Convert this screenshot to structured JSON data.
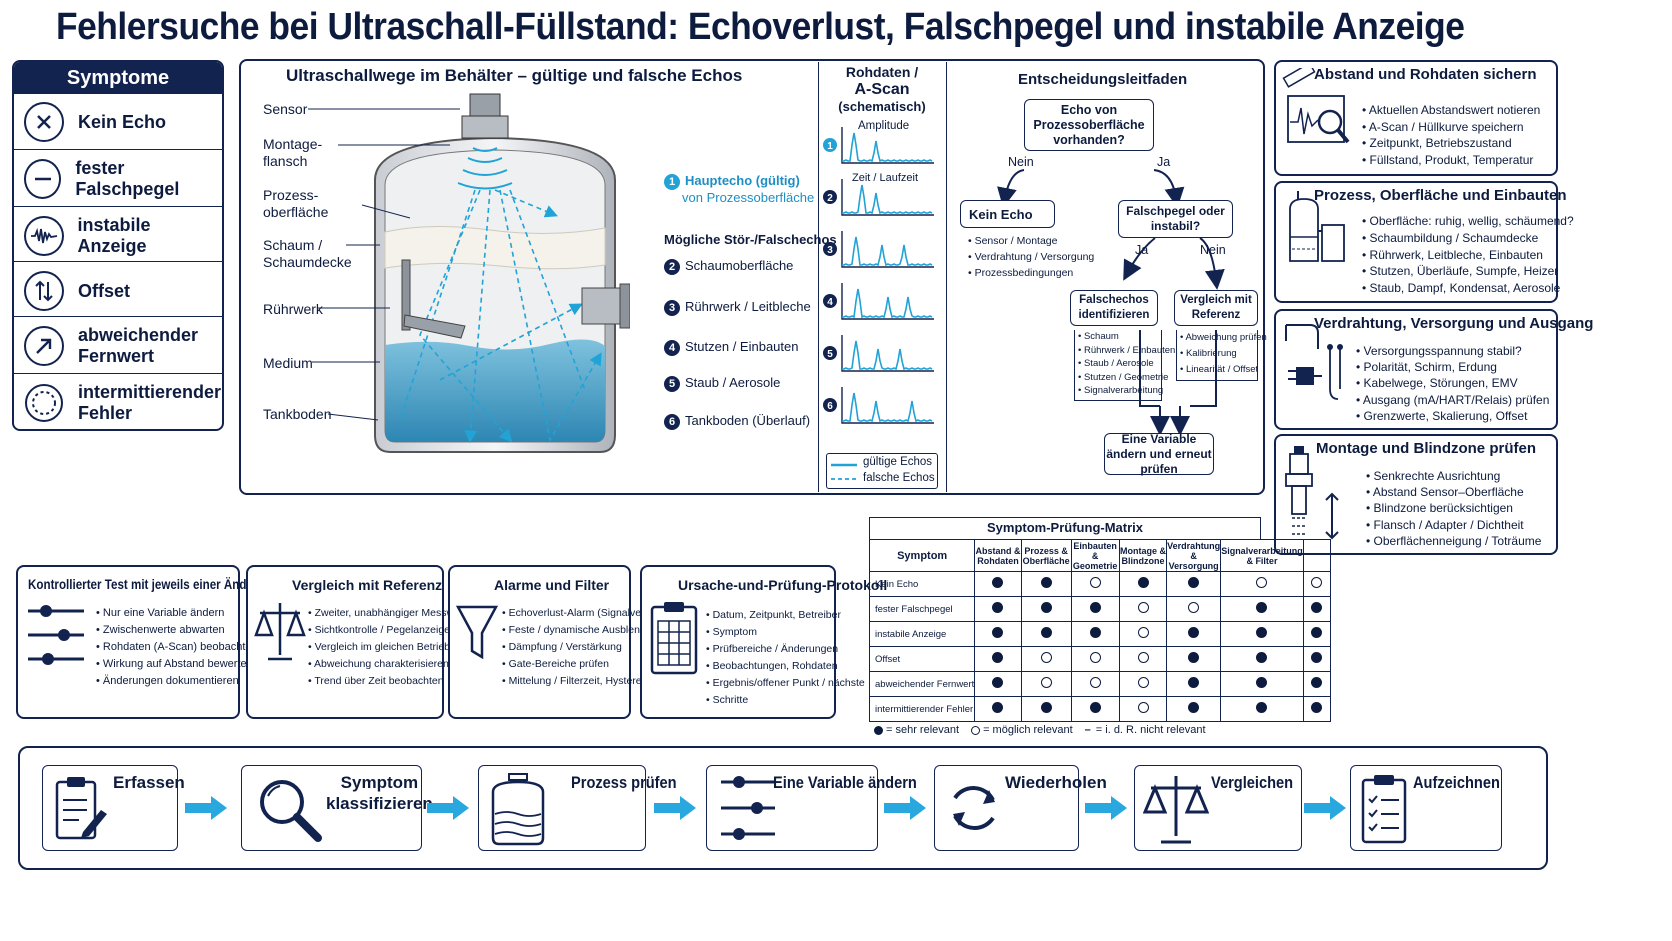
{
  "title": "Fehlersuche bei Ultraschall-Füllstand: Echoverlust, Falschpegel und instabile Anzeige",
  "symptoms": {
    "heading": "Symptome",
    "items": [
      {
        "label": "Kein Echo",
        "icon": "x-circle-icon"
      },
      {
        "label": "fester Falschpegel",
        "icon": "minus-circle-icon"
      },
      {
        "label": "instabile Anzeige",
        "icon": "wave-circle-icon"
      },
      {
        "label": "Offset",
        "icon": "up-down-arrows-icon"
      },
      {
        "label": "abweichender\nFernwert",
        "label1": "abweichender",
        "label2": "Fernwert",
        "icon": "diagonal-arrow-icon"
      },
      {
        "label": "intermittierender\nFehler",
        "label1": "intermittierender",
        "label2": "Fehler",
        "icon": "dashed-circle-icon"
      }
    ]
  },
  "tank": {
    "title": "Ultraschallwege im Behälter – gültige und falsche Echos",
    "left_labels": [
      "Sensor",
      "Montage-",
      "flansch",
      "Prozess-",
      "oberfläche",
      "Schaum /",
      "Schaumdecke",
      "Rührwerk",
      "Medium",
      "Tankboden"
    ],
    "main_echo": {
      "num": "1",
      "line1": "Hauptecho (gültig)",
      "line2": "von Prozessoberfläche"
    },
    "false_heading": "Mögliche Stör-/Falschechos",
    "false_echoes": [
      {
        "num": "2",
        "label": "Schaumoberfläche"
      },
      {
        "num": "3",
        "label": "Rührwerk / Leitbleche"
      },
      {
        "num": "4",
        "label": "Stutzen / Einbauten"
      },
      {
        "num": "5",
        "label": "Staub / Aerosole"
      },
      {
        "num": "6",
        "label": "Tankboden (Überlauf)"
      }
    ]
  },
  "ascan": {
    "title1": "Rohdaten /",
    "title2": "A-Scan",
    "title3": "(schematisch)",
    "y_label": "Amplitude",
    "x_label": "Zeit / Laufzeit",
    "rows": [
      "1",
      "2",
      "3",
      "4",
      "5",
      "6"
    ],
    "legend_valid": "gültige Echos",
    "legend_false": "falsche Echos",
    "colors": {
      "valid": "#22a3d6",
      "false": "#22a3d6",
      "line": "#13234f"
    }
  },
  "decision": {
    "title": "Entscheidungsleitfaden",
    "q1": "Echo von Prozessoberfläche vorhanden?",
    "no": "Nein",
    "yes": "Ja",
    "no_echo": "Kein Echo",
    "no_echo_list": [
      "Sensor / Montage",
      "Verdrahtung / Versorgung",
      "Prozessbedingungen"
    ],
    "q2": "Falschpegel oder instabil?",
    "yes2": "Ja",
    "no2": "Nein",
    "false_echo": "Falschechos identifizieren",
    "false_echo_list": [
      "Schaum",
      "Rührwerk / Einbauten",
      "Staub / Aerosole",
      "Stutzen / Geometrie",
      "Signalverarbeitung"
    ],
    "compare": "Vergleich mit Referenz",
    "compare_list": [
      "Abweichung prüfen",
      "Kalibrierung",
      "Linearität / Offset"
    ],
    "final": "Eine Variable ändern und erneut prüfen"
  },
  "right_cards": [
    {
      "title": "Abstand und Rohdaten sichern",
      "icon": "ruler-magnifier-icon",
      "items": [
        "Aktuellen Abstandswert notieren",
        "A-Scan / Hüllkurve speichern",
        "Zeitpunkt, Betriebszustand",
        "Füllstand, Produkt, Temperatur"
      ]
    },
    {
      "title": "Prozess, Oberfläche und Einbauten",
      "icon": "process-plant-icon",
      "items": [
        "Oberfläche: ruhig, wellig, schäumend?",
        "Schaumbildung / Schaumdecke",
        "Rührwerk, Leitbleche, Einbauten",
        "Stutzen, Überläufe, Sumpfe, Heizer",
        "Staub, Dampf, Kondensat, Aerosole"
      ]
    },
    {
      "title": "Verdrahtung, Versorgung und Ausgang",
      "icon": "plug-cable-icon",
      "items": [
        "Versorgungsspannung stabil?",
        "Polarität, Schirm, Erdung",
        "Kabelwege, Störungen, EMV",
        "Ausgang (mA/HART/Relais) prüfen",
        "Grenzwerte, Skalierung, Offset"
      ]
    },
    {
      "title": "Montage und Blindzone prüfen",
      "icon": "sensor-mount-icon",
      "items": [
        "Senkrechte Ausrichtung",
        "Abstand Sensor–Oberfläche",
        "Blindzone berücksichtigen",
        "Flansch / Adapter / Dichtheit",
        "Oberflächenneigung / Toträume"
      ]
    }
  ],
  "matrix": {
    "title": "Symptom-Prüfung-Matrix",
    "col_head": "Symptom",
    "columns": [
      "Abstand & Rohdaten",
      "Prozess & Oberfläche",
      "Einbauten & Geometrie",
      "Montage & Blindzone",
      "Verdrahtung & Versorgung",
      "Signalverarbeitung & Filter",
      ""
    ],
    "rows": [
      {
        "label": "Kein Echo",
        "cells": [
          "full",
          "full",
          "open",
          "full",
          "full",
          "open",
          "open"
        ]
      },
      {
        "label": "fester Falschpegel",
        "cells": [
          "full",
          "full",
          "full",
          "open",
          "open",
          "full",
          "full"
        ]
      },
      {
        "label": "instabile Anzeige",
        "cells": [
          "full",
          "full",
          "full",
          "open",
          "full",
          "full",
          "full"
        ]
      },
      {
        "label": "Offset",
        "cells": [
          "full",
          "open",
          "open",
          "open",
          "full",
          "full",
          "full"
        ]
      },
      {
        "label": "abweichender Fernwert",
        "cells": [
          "full",
          "open",
          "open",
          "open",
          "full",
          "full",
          "full"
        ]
      },
      {
        "label": "intermittierender Fehler",
        "cells": [
          "full",
          "full",
          "full",
          "open",
          "full",
          "full",
          "full"
        ]
      }
    ],
    "legend": {
      "full": "= sehr relevant",
      "open": "= möglich relevant",
      "dash": "= i. d. R. nicht relevant"
    }
  },
  "bottom_cards": [
    {
      "title": "Kontrollierter Test mit jeweils einer Änderung",
      "icon": "sliders-icon",
      "items": [
        "Nur eine Variable ändern",
        "Zwischenwerte abwarten",
        "Rohdaten (A-Scan) beobachten",
        "Wirkung auf Abstand bewerten",
        "Änderungen dokumentieren"
      ]
    },
    {
      "title": "Vergleich mit Referenz",
      "icon": "scale-icon",
      "items": [
        "Zweiter, unabhängiger Messwert",
        "Sichtkontrolle / Pegelanzeige",
        "Vergleich im gleichen Betriebszustand",
        "Abweichung charakterisieren",
        "Trend über Zeit beobachten"
      ]
    },
    {
      "title": "Alarme und Filter",
      "icon": "funnel-icon",
      "items": [
        "Echoverlust-Alarm (Signalverlust)",
        "Feste / dynamische Ausblendung",
        "Dämpfung / Verstärkung",
        "Gate-Bereiche prüfen",
        "Mittelung / Filterzeit, Hysterese"
      ]
    },
    {
      "title": "Ursache-und-Prüfung-Protokoll",
      "icon": "clipboard-grid-icon",
      "items": [
        "Datum, Zeitpunkt, Betreiber",
        "Symptom",
        "Prüfbereiche / Änderungen",
        "Beobachtungen, Rohdaten",
        "Ergebnis/offener Punkt / nächste",
        "Schritte"
      ]
    }
  ],
  "workflow": [
    {
      "label": "Erfassen",
      "icon": "clipboard-pen-icon"
    },
    {
      "label": "Symptom\nklassifizieren",
      "label1": "Symptom",
      "label2": "klassifizieren",
      "icon": "magnifier-icon"
    },
    {
      "label": "Prozess prüfen",
      "icon": "tank-icon"
    },
    {
      "label": "Eine Variable ändern",
      "icon": "sliders-icon"
    },
    {
      "label": "Wiederholen",
      "icon": "refresh-icon"
    },
    {
      "label": "Vergleichen",
      "icon": "scale-icon"
    },
    {
      "label": "Aufzeichnen",
      "icon": "checklist-icon"
    }
  ],
  "colors": {
    "navy": "#13234f",
    "cyan": "#22a3d6",
    "arrow": "#29a8df"
  }
}
